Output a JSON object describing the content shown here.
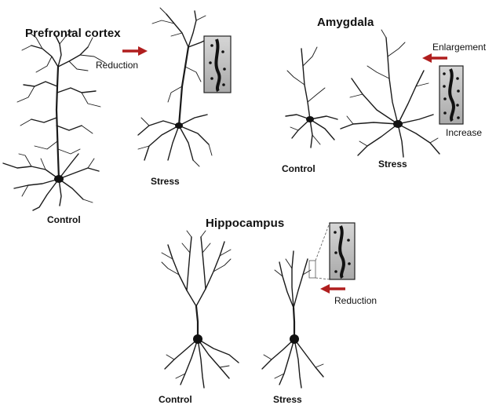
{
  "regions": {
    "prefrontal": {
      "title": "Prefrontal cortex",
      "control_label": "Control",
      "stress_label": "Stress",
      "change_label": "Reduction"
    },
    "amygdala": {
      "title": "Amygdala",
      "control_label": "Control",
      "stress_label": "Stress",
      "change_label": "Enlargement",
      "spine_label": "Increase"
    },
    "hippocampus": {
      "title": "Hippocampus",
      "control_label": "Control",
      "stress_label": "Stress",
      "change_label": "Reduction"
    }
  },
  "colors": {
    "arrow": "#b01e1e",
    "neuron": "#1a1a1a",
    "spine_bg": "#c9c9c9"
  },
  "icons": {
    "arrow": "arrow-right-icon",
    "arrow_left": "arrow-left-icon"
  }
}
